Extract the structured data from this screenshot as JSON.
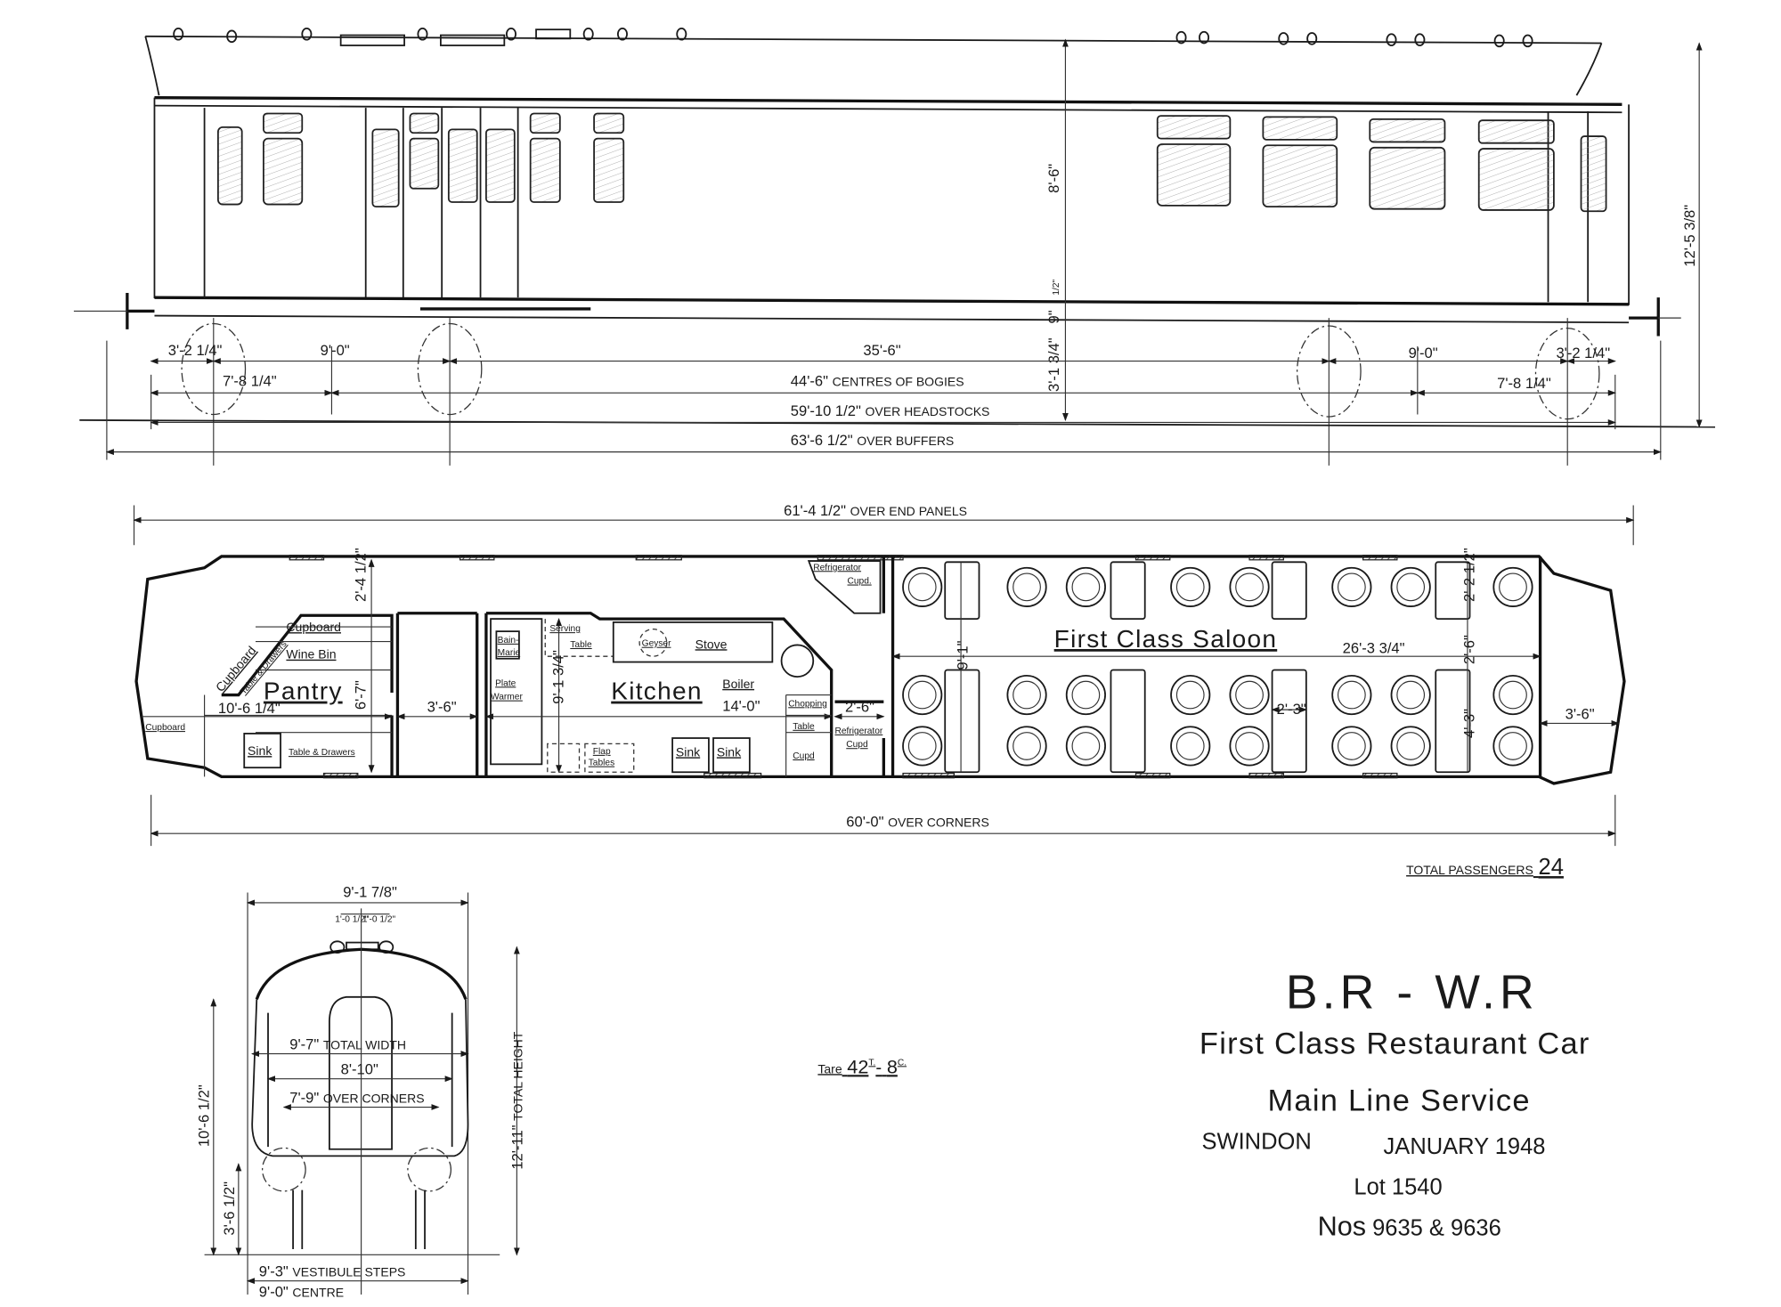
{
  "title_block": {
    "railway": "B.R - W.R",
    "vehicle_type": "First Class Restaurant Car",
    "service": "Main Line Service",
    "works": "SWINDON",
    "date": "JANUARY 1948",
    "lot": "Lot 1540",
    "numbers_prefix": "Nos",
    "numbers": "9635 & 9636"
  },
  "tare": {
    "label": "Tare",
    "value": "42",
    "tons_unit": "T.",
    "sep": "-",
    "cwt_value": "8",
    "cwt_unit": "C."
  },
  "total_passengers": {
    "label": "TOTAL PASSENGERS",
    "value": "24"
  },
  "side_elevation": {
    "dimensions": {
      "body_height": "8'-6\"",
      "solebar_half": "1/2\"",
      "solebar": "9\"",
      "wheel_height": "3'-1 3/4\"",
      "overall_height": "12'-5 3/8\"",
      "end_overhang_left": "3'-2 1/4\"",
      "bogie_wheelbase_left": "9'-0\"",
      "between_bogies": "35'-6\"",
      "bogie_wheelbase_right": "9'-0\"",
      "end_overhang_right": "3'-2 1/4\"",
      "bogie_overhang_left": "7'-8 1/4\"",
      "bogie_overhang_right": "7'-8 1/4\""
    },
    "overall_lines": [
      {
        "value": "44'-6\"",
        "label": "CENTRES OF BOGIES"
      },
      {
        "value": "59'-10 1/2\"",
        "label": "OVER HEADSTOCKS"
      },
      {
        "value": "63'-6 1/2\"",
        "label": "OVER BUFFERS"
      }
    ]
  },
  "plan": {
    "over_end_panels": {
      "value": "61'-4 1/2\"",
      "label": "OVER END PANELS"
    },
    "over_corners": {
      "value": "60'-0\"",
      "label": "OVER CORNERS"
    },
    "rooms": {
      "pantry": "Pantry",
      "kitchen": "Kitchen",
      "saloon": "First Class Saloon"
    },
    "fittings": {
      "cupboard_top": "Cupboard",
      "wine_bin": "Wine Bin",
      "cupboard_diag": "Cupboard",
      "table_drawers_diag": "Table & Drawers",
      "cupboard_end": "Cupboard",
      "sink_pantry": "Sink",
      "table_drawers": "Table & Drawers",
      "bain_marie_1": "Bain-",
      "bain_marie_2": "Marie",
      "plate_warmer_1": "Plate",
      "plate_warmer_2": "Warmer",
      "serving_table_1": "Serving",
      "serving_table_2": "Table",
      "geyser": "Geyser",
      "stove": "Stove",
      "boiler": "Boiler",
      "chopping": "Chopping",
      "table": "Table",
      "cupd_small": "Cupd",
      "flap_tables_1": "Flap",
      "flap_tables_2": "Tables",
      "sink_1": "Sink",
      "sink_2": "Sink",
      "refrigerator_top_1": "Refrigerator",
      "refrigerator_top_2": "Cupd.",
      "refrigerator_low_1": "Refrigerator",
      "refrigerator_low_2": "Cupd"
    },
    "dimensions": {
      "corridor_width": "2'-4 1/2\"",
      "pantry_depth": "6'-7\"",
      "pantry_length": "10'-6 1/4\"",
      "vestibule": "3'-6\"",
      "kitchen_width": "9'-1 3/4\"",
      "kitchen_length": "14'-0\"",
      "refrig_width": "2'-6\"",
      "saloon_width": "9'-1\"",
      "saloon_length": "26'-3 3/4\"",
      "table_pitch": "2'-3\"",
      "gangway": "2'-6\"",
      "seat_depth": "2'-2 1/2\"",
      "table_length": "4'-3\"",
      "end_vestibule": "3'-6\""
    }
  },
  "end_elevation": {
    "dimensions": {
      "top_width": "9'-1 7/8\"",
      "roof_vent_left": "1'-0 1/2\"",
      "roof_vent_right": "1'-0 1/2\"",
      "total_width": {
        "value": "9'-7\"",
        "label": "TOTAL WIDTH"
      },
      "body_width": "8'-10\"",
      "over_corners": {
        "value": "7'-9\"",
        "label": "OVER CORNERS"
      },
      "cantrail_height": "10'-6 1/2\"",
      "floor_height": "3'-6 1/2\"",
      "total_height": {
        "value": "12'-11\"",
        "label": "TOTAL HEIGHT"
      },
      "vestibule_steps": {
        "value": "9'-3\"",
        "label": "VESTIBULE STEPS"
      },
      "centre": {
        "value": "9'-0\"",
        "label": "CENTRE"
      }
    }
  },
  "colors": {
    "ink": "#1a1a1a",
    "paper": "#ffffff"
  }
}
